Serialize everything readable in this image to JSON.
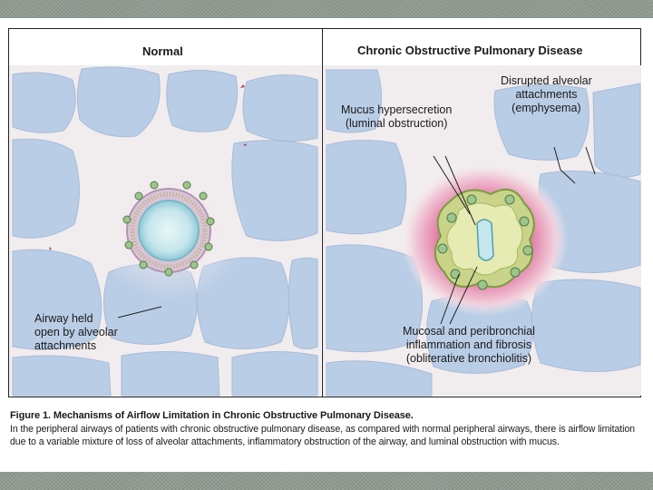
{
  "figure": {
    "panels": [
      {
        "title": "Normal",
        "labels": [
          {
            "lines": [
              "Airway held",
              "open by alveolar",
              "attachments"
            ]
          }
        ]
      },
      {
        "title": "Chronic Obstructive Pulmonary Disease",
        "labels": [
          {
            "lines": [
              "Disrupted alveolar",
              "attachments",
              "(emphysema)"
            ]
          },
          {
            "lines": [
              "Mucus hypersecretion",
              "(luminal obstruction)"
            ]
          },
          {
            "lines": [
              "Mucosal and peribronchial",
              "inflammation and fibrosis",
              "(obliterative bronchiolitis)"
            ]
          }
        ]
      }
    ],
    "caption": {
      "figure_label": "Figure 1.",
      "title": "Mechanisms of Airflow Limitation in Chronic Obstructive Pulmonary Disease.",
      "text": "In the peripheral airways of patients with chronic obstructive pulmonary disease, as compared with normal peripheral airways, there is airflow limitation due to a variable mixture of loss of alveolar attachments, inflammatory obstruction of the airway, and luminal obstruction with mucus."
    }
  },
  "colors": {
    "alveolar_space": "#b9cde6",
    "tissue": "#f3eef0",
    "airway_wall": "#d6c6d6",
    "lumen": "#c5e6ec",
    "inflamed": "#c23f7a",
    "mucus": "#d6dc8e",
    "slide_band": "#8f9a90"
  },
  "icons": [
    "alveolar-tissue-illustration",
    "airway-cross-section-illustration"
  ]
}
